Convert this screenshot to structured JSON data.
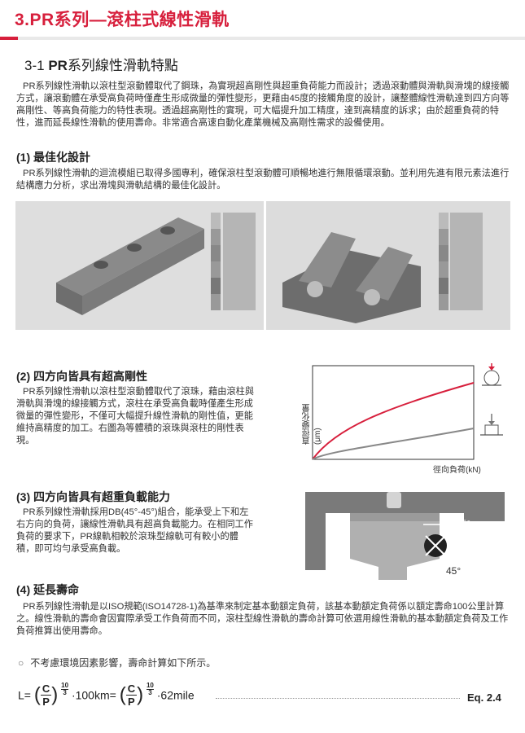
{
  "chapter": {
    "number": "3.",
    "title": "PR系列—滾柱式線性滑軌"
  },
  "section": {
    "number": "3-1",
    "bold": "PR",
    "title": "系列線性滑軌特點"
  },
  "intro": "PR系列線性滑軌以滾柱型滾動體取代了鋼珠，為實現超高剛性與超重負荷能力而設計；透過滾動體與滑軌與滑塊的線接觸方式，讓滾動體在承受高負荷時僅產生形成微量的彈性變形，更藉由45度的接觸角度的設計，讓整體線性滑軌達到四方向等高剛性、等高負荷能力的特性表現。透過超高剛性的實現，可大幅提升加工精度，達到高精度的訴求；由於超重負荷的特性，進而延長線性滑軌的使用壽命。非常適合高速自動化產業機械及高剛性需求的設備使用。",
  "s1": {
    "heading": "(1) 最佳化設計",
    "text": "PR系列線性滑軌的迴流模組已取得多國專利，確保滾柱型滾動體可順暢地進行無限循環滾動。並利用先進有限元素法進行結構應力分析，求出滑塊與滑軌結構的最佳化設計。"
  },
  "s2": {
    "heading": "(2) 四方向皆具有超高剛性",
    "text": "PR系列線性滑軌以滾柱型滾動體取代了滾珠，藉由滾柱與滑軌與滑塊的線接觸方式，滾柱在承受高負載時僅產生形成微量的彈性變形，不僅可大幅提升線性滑軌的剛性值，更能維持高精度的加工。右圖為等體積的滾珠與滾柱的剛性表現。"
  },
  "chart": {
    "ylabel": "直徑變化量 (μm)",
    "xlabel": "徑向負荷(kN)"
  },
  "s3": {
    "heading": "(3) 四方向皆具有超重負載能力",
    "text": "PR系列線性滑軌採用DB(45°-45°)組合，能承受上下和左右方向的負荷，讓線性滑軌具有超高負載能力。在相同工作負荷的要求下，PR線軌相較於滾珠型線軌可有較小的體積，即可均勻承受高負載。",
    "angle_top": "45°",
    "angle_bottom": "45°"
  },
  "s4": {
    "heading": "(4) 延長壽命",
    "text": "PR系列線性滑軌是以ISO規範(ISO14728-1)為基準來制定基本動額定負荷，該基本動額定負荷係以額定壽命100公里計算之。線性滑軌的壽命會因實際承受工作負荷而不同，滾柱型線性滑軌的壽命計算可依選用線性滑軌的基本動額定負荷及工作負荷推算出使用壽命。"
  },
  "note": {
    "bullet": "○",
    "text": "不考慮環境因素影響，壽命計算如下所示。"
  },
  "formula": {
    "lhs": "L=",
    "num": "C",
    "den": "P",
    "exp_num": "10",
    "exp_den": "3",
    "mid": "·100km=",
    "rhs": "·62mile",
    "eq_label": "Eq. 2.4"
  }
}
